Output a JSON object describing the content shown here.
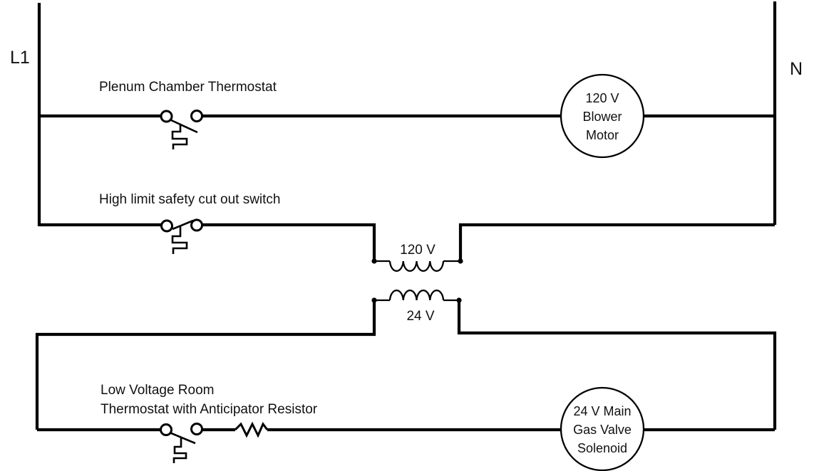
{
  "rails": {
    "left_label": "L1",
    "right_label": "N"
  },
  "rungs": [
    {
      "label": "Plenum Chamber Thermostat",
      "switch_type": "thermostat contact with bimetal element",
      "load": {
        "lines": [
          "120 V",
          "Blower",
          "Motor"
        ]
      }
    },
    {
      "label": "High limit safety cut out switch",
      "switch_type": "closed thermal contact with bimetal element"
    },
    {
      "label_lines": [
        "Low Voltage Room",
        "Thermostat with Anticipator Resistor"
      ],
      "switch_type": "thermostat contact with bimetal element and anticipator resistor",
      "load": {
        "lines": [
          "24 V Main",
          "Gas Valve",
          "Solenoid"
        ]
      }
    }
  ],
  "transformer": {
    "primary_label": "120 V",
    "secondary_label": "24 V"
  },
  "colors": {
    "wire": "#000000",
    "background": "#ffffff",
    "text": "#111111"
  }
}
